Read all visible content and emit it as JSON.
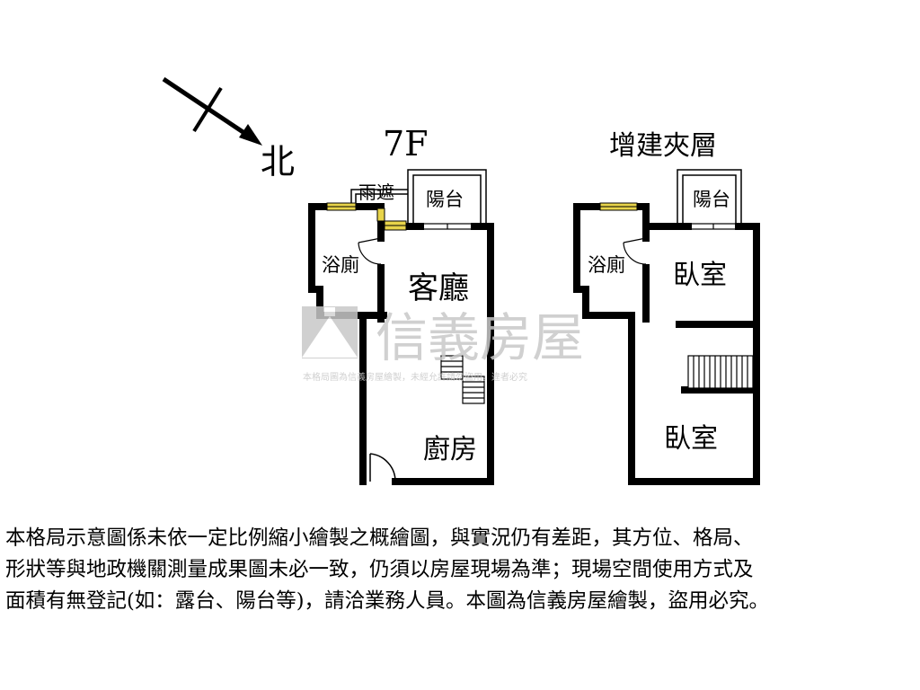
{
  "compass": {
    "north_label": "北"
  },
  "floor_7f": {
    "title": "7F",
    "rooms": {
      "canopy": "雨遮",
      "balcony": "陽台",
      "bathroom": "浴廁",
      "living_room": "客廳",
      "kitchen": "廚房"
    }
  },
  "mezzanine": {
    "title": "增建夾層",
    "rooms": {
      "balcony": "陽台",
      "bathroom": "浴廁",
      "bedroom_1": "臥室",
      "bedroom_2": "臥室"
    }
  },
  "watermark": {
    "brand": "信義房屋",
    "notice": "本格局圖為信義房屋繪製，未經允許請勿盜用，違者必究"
  },
  "disclaimer": {
    "lines": [
      "本格局示意圖係未依一定比例縮小繪製之概繪圖，與實況仍有差距，其方位、格局、",
      "形狀等與地政機關測量成果圖未必一致，仍須以房屋現場為準；現場空間使用方式及",
      "面積有無登記(如：露台、陽台等)，請洽業務人員。本圖為信義房屋繪製，盜用必究。"
    ]
  },
  "colors": {
    "wall": "#000000",
    "window": "#e8d44a",
    "watermark": "#c8c8c8"
  }
}
